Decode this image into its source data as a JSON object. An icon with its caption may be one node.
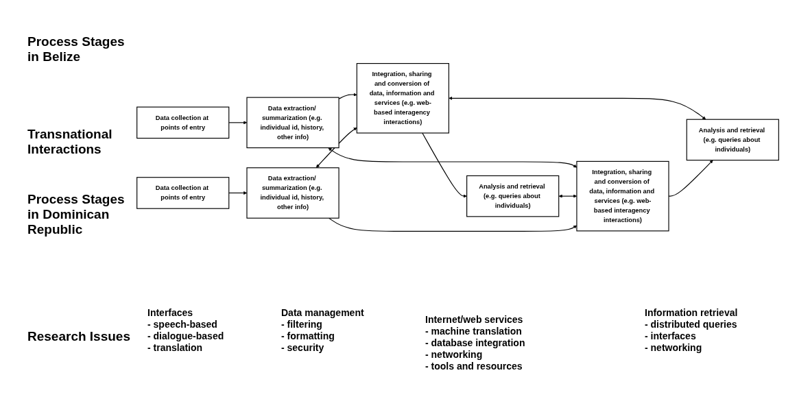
{
  "diagram": {
    "nodes": [
      {
        "text": [
          "Data collection at points of entry"
        ]
      },
      {
        "text": [
          "Data extraction/ summarization (e.g. individual id, history, other info)"
        ]
      },
      {
        "text": [
          "Integration, sharing and conversion of data, information and services (e.g. web-based interagency interactions)"
        ]
      },
      {
        "text": [
          "Analysis and retrieval (e.g. queries about individuals)"
        ]
      },
      {
        "text": [
          "Data collection at points of entry"
        ]
      },
      {
        "text": [
          "Data extraction/ summarization (e.g. individual id, history, other info)"
        ]
      },
      {
        "text": [
          "Integration, sharing and conversion of data, information and services (e.g. web-based interagency interactions)"
        ]
      },
      {
        "text": [
          "Analysis and retrieval (e.g. queries about individuals)"
        ]
      }
    ],
    "edges": [
      {
        "from": 0,
        "to": 1,
        "arrow": "to"
      },
      {
        "from": 1,
        "to": 2,
        "arrow": "to"
      },
      {
        "from": 2,
        "to": 3,
        "arrow": "to"
      },
      {
        "from": 1,
        "to": 6,
        "arrow": "both"
      },
      {
        "from": 5,
        "to": 2,
        "arrow": "both"
      },
      {
        "from": 2,
        "to": 7,
        "arrow": "both"
      },
      {
        "from": 3,
        "to": 6,
        "arrow": "both"
      },
      {
        "from": 4,
        "to": 5,
        "arrow": "to"
      },
      {
        "from": 5,
        "to": 6,
        "arrow": "to"
      },
      {
        "from": 6,
        "to": 7,
        "arrow": "to"
      }
    ],
    "labels": [
      "Process Stages in Belize",
      "Transnational Interactions",
      "Process Stages in Dominican Republic",
      "Research Issues",
      "Interfaces",
      "- speech-based",
      "- dialogue-based",
      "- translation",
      "Data management",
      "- filtering",
      "- formatting",
      "- security",
      "Internet/web services",
      "- machine translation",
      "- database integration",
      "- networking",
      "- tools and resources",
      "Information retrieval",
      "- distributed queries",
      "- interfaces",
      "- networking"
    ]
  }
}
